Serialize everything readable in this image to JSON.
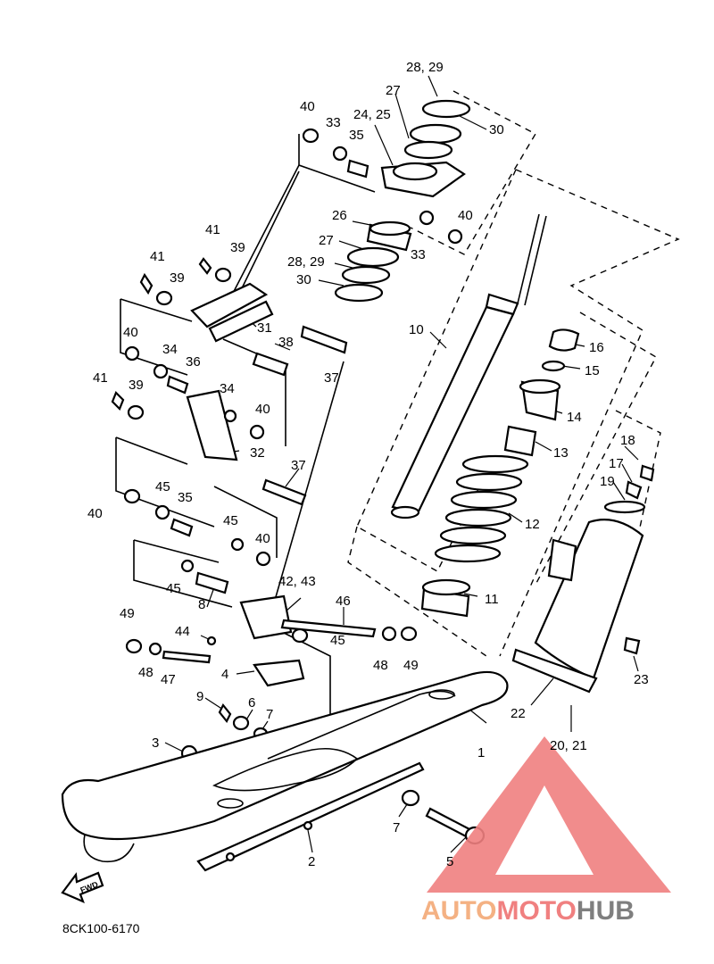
{
  "diagram_code": "8CK100-6170",
  "fwd_label": "FWD",
  "watermark": {
    "part1": "AUTO",
    "part2": "MOTO",
    "part3": "HUB",
    "color_auto": "#F4B183",
    "color_moto": "#F08080",
    "color_hub": "#7F7F7F"
  },
  "callouts": {
    "c1": "1",
    "c2": "2",
    "c3": "3",
    "c4": "4",
    "c5": "5",
    "c6": "6",
    "c7": "7",
    "c7b": "7",
    "c8": "8",
    "c9": "9",
    "c10": "10",
    "c11": "11",
    "c12": "12",
    "c13": "13",
    "c14": "14",
    "c15": "15",
    "c16": "16",
    "c17": "17",
    "c18": "18",
    "c19": "19",
    "c20_21": "20, 21",
    "c22": "22",
    "c23": "23",
    "c24_25": "24, 25",
    "c26": "26",
    "c27a": "27",
    "c27b": "27",
    "c28_29a": "28, 29",
    "c28_29b": "28, 29",
    "c30a": "30",
    "c30b": "30",
    "c31": "31",
    "c32": "32",
    "c33a": "33",
    "c33b": "33",
    "c34a": "34",
    "c34b": "34",
    "c35a": "35",
    "c35b": "35",
    "c36": "36",
    "c37a": "37",
    "c37b": "37",
    "c38": "38",
    "c39a": "39",
    "c39b": "39",
    "c39c": "39",
    "c40a": "40",
    "c40b": "40",
    "c40c": "40",
    "c40d": "40",
    "c40e": "40",
    "c40f": "40",
    "c41a": "41",
    "c41b": "41",
    "c41c": "41",
    "c42_43": "42, 43",
    "c44": "44",
    "c45a": "45",
    "c45b": "45",
    "c45c": "45",
    "c45d": "45",
    "c46": "46",
    "c47": "47",
    "c48a": "48",
    "c48b": "48",
    "c49a": "49",
    "c49b": "49"
  }
}
